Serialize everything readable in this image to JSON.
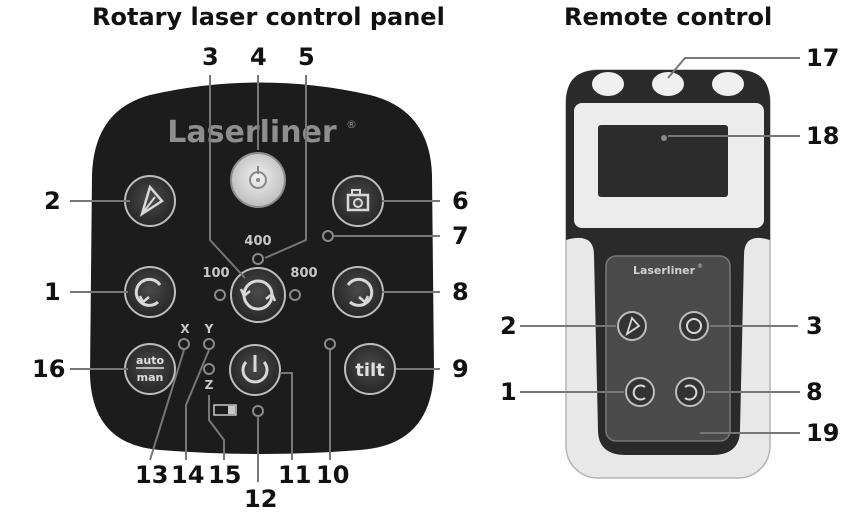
{
  "titles": {
    "left": "Rotary laser control panel",
    "right": "Remote control"
  },
  "panel": {
    "brand": "Laserliner",
    "registered": "®",
    "speed_labels": {
      "s100": "100",
      "s400": "400",
      "s800": "800"
    },
    "axis_labels": {
      "x": "X",
      "y": "Y",
      "z": "Z"
    },
    "auto_top": "auto",
    "auto_bottom": "man",
    "tilt": "tilt"
  },
  "remote": {
    "brand": "Laserliner",
    "registered": "®"
  },
  "callouts": [
    "1",
    "2",
    "3",
    "4",
    "5",
    "6",
    "7",
    "8",
    "9",
    "10",
    "11",
    "12",
    "13",
    "14",
    "15",
    "16",
    "17",
    "18",
    "19"
  ],
  "remote_callouts": {
    "r2": "2",
    "r3": "3",
    "r1": "1",
    "r8": "8",
    "r17": "17",
    "r18": "18",
    "r19": "19"
  },
  "colors": {
    "panel_body": "#1c1c1c",
    "button_face": "#3d3d3d",
    "button_ring": "#c4c4c4",
    "led": "#7a7a7a",
    "remote_body": "#2a2a2a",
    "remote_frame": "#e8e8e8"
  }
}
